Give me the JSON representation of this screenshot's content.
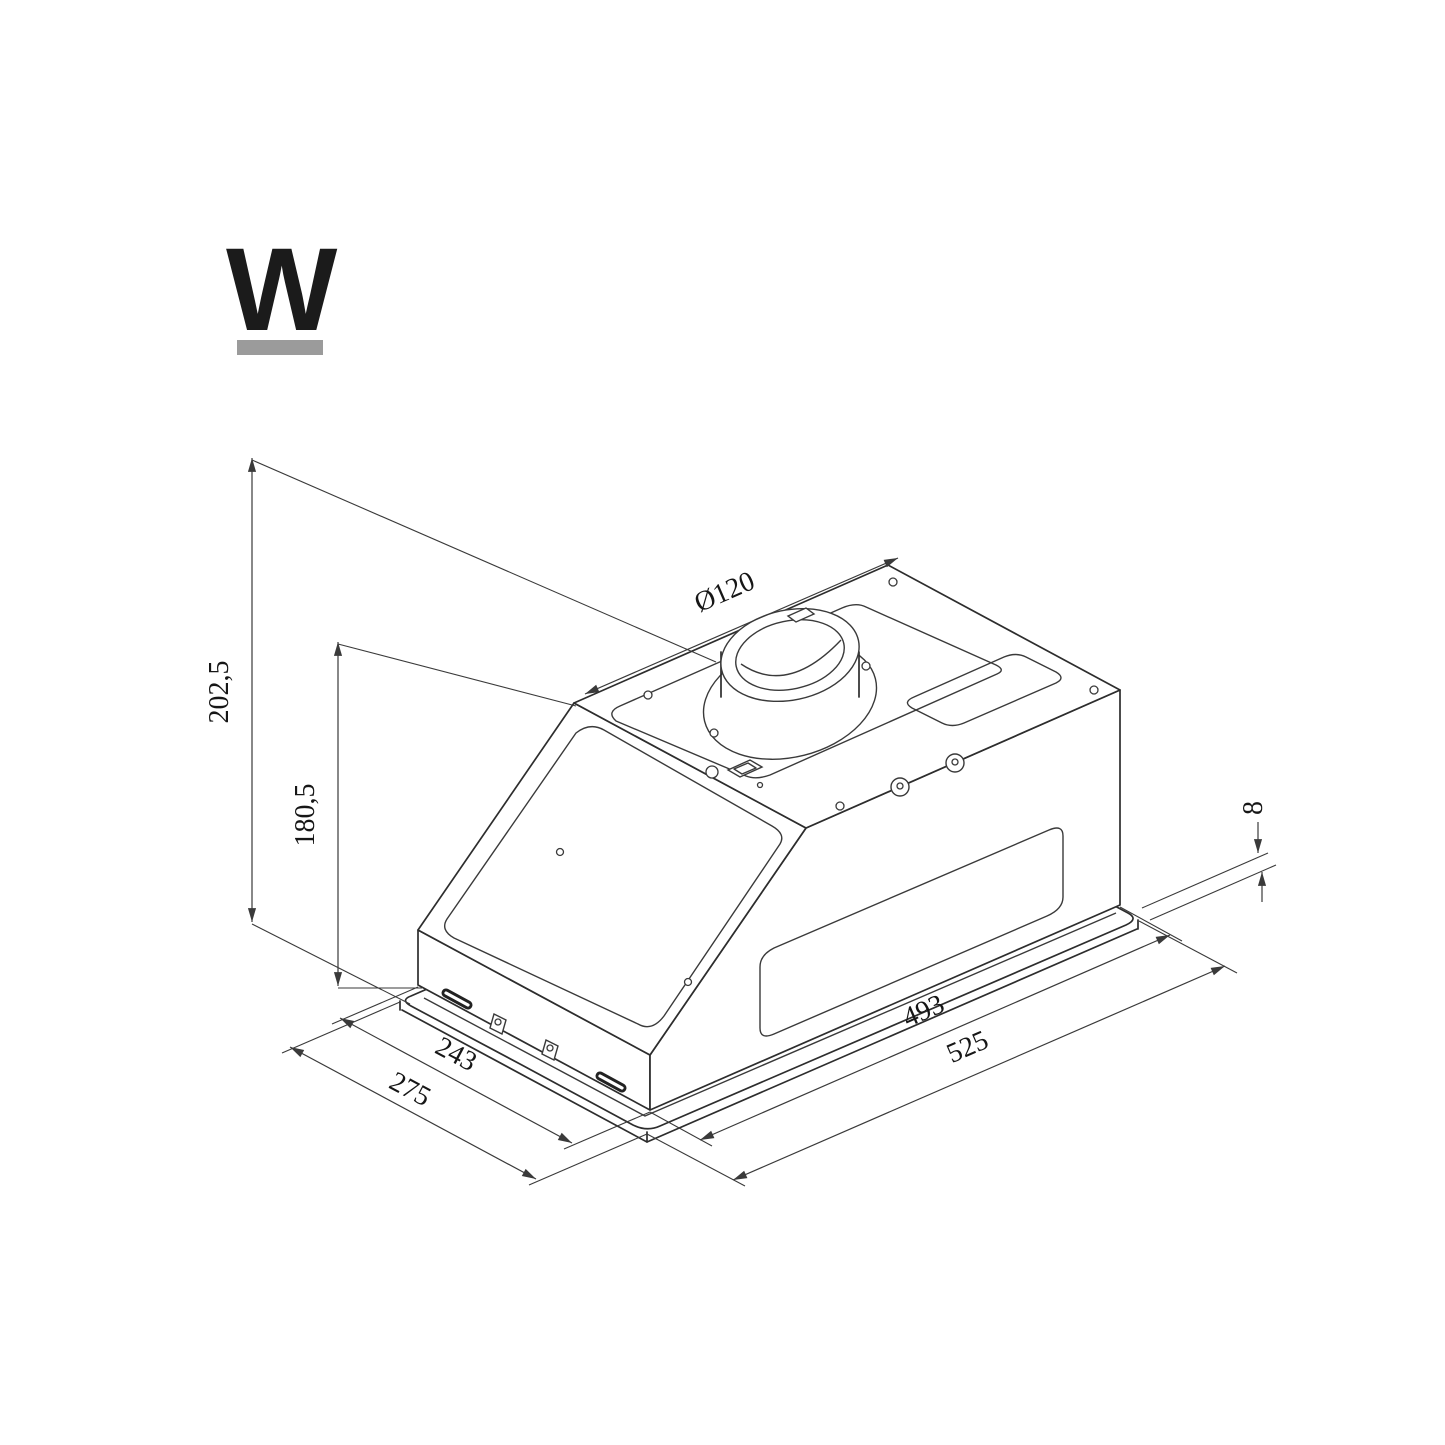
{
  "logo": {
    "letter": "W"
  },
  "drawing": {
    "dimensions": {
      "duct_diameter": "Ø120",
      "total_height": "202,5",
      "body_height": "180,5",
      "flange_thickness": "8",
      "body_width": "493",
      "total_width": "525",
      "body_depth": "243",
      "total_depth": "275"
    }
  }
}
